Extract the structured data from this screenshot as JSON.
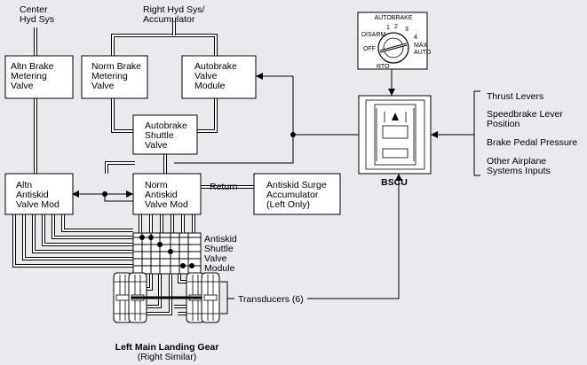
{
  "labels": {
    "center_hyd": [
      "Center",
      "Hyd Sys"
    ],
    "right_hyd": [
      "Right Hyd Sys/",
      "Accumulator"
    ],
    "altn_brake_metering": [
      "Altn Brake",
      "Metering",
      "Valve"
    ],
    "norm_brake_metering": [
      "Norm Brake",
      "Metering",
      "Valve"
    ],
    "autobrake_valve_module": [
      "Autobrake",
      "Valve",
      "Module"
    ],
    "autobrake_shuttle": [
      "Autobrake",
      "Shuttle",
      "Valve"
    ],
    "altn_antiskid": [
      "Altn",
      "Antiskid",
      "Valve Mod"
    ],
    "norm_antiskid": [
      "Norm",
      "Antiskid",
      "Valve Mod"
    ],
    "return": "Return",
    "surge_accumulator": [
      "Antiskid Surge",
      "Accumulator",
      "(Left Only)"
    ],
    "antiskid_shuttle": [
      "Antiskid",
      "Shuttle",
      "Valve",
      "Module"
    ],
    "transducers": "Transducers (6)",
    "landing_gear_title": "Left Main Landing Gear",
    "landing_gear_subtitle": "(Right Similar)",
    "bscu": "BSCU"
  },
  "autobrake_selector": {
    "title": "AUTOBRAKE",
    "positions": [
      "1",
      "2",
      "3",
      "4",
      "DISARM",
      "OFF",
      "RTO",
      "MAX",
      "AUTO"
    ]
  },
  "inputs": [
    [
      "Thrust Levers"
    ],
    [
      "Speedbrake Lever",
      "Position"
    ],
    [
      "Brake Pedal Pressure"
    ],
    [
      "Other Airplane",
      "Systems Inputs"
    ]
  ]
}
